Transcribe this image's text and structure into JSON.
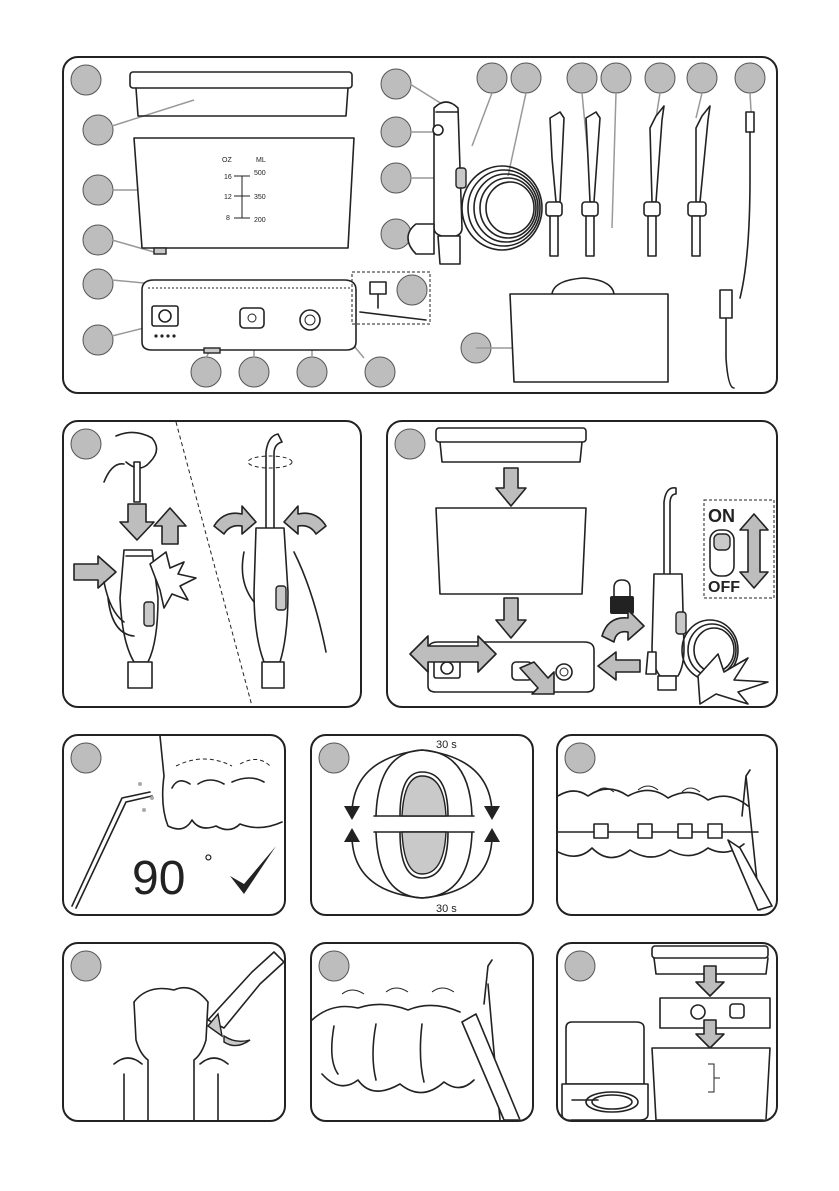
{
  "scale": {
    "unit_oz": "OZ",
    "unit_ml": "ML",
    "oz_ticks": [
      "16",
      "12",
      "8"
    ],
    "ml_ticks": [
      "500",
      "350",
      "200"
    ]
  },
  "switch": {
    "on": "ON",
    "off": "OFF"
  },
  "timing": {
    "top": "30 s",
    "bottom": "30 s"
  },
  "angle": {
    "value": "90",
    "degree": "°"
  },
  "icons": [
    "padlock-icon",
    "checkmark-icon",
    "explosion-icon",
    "rotate-arrow-icon",
    "power-icon"
  ],
  "colors": {
    "callout": "#bdbdbd",
    "line": "#222222",
    "arrow": "#bdbdbd"
  }
}
